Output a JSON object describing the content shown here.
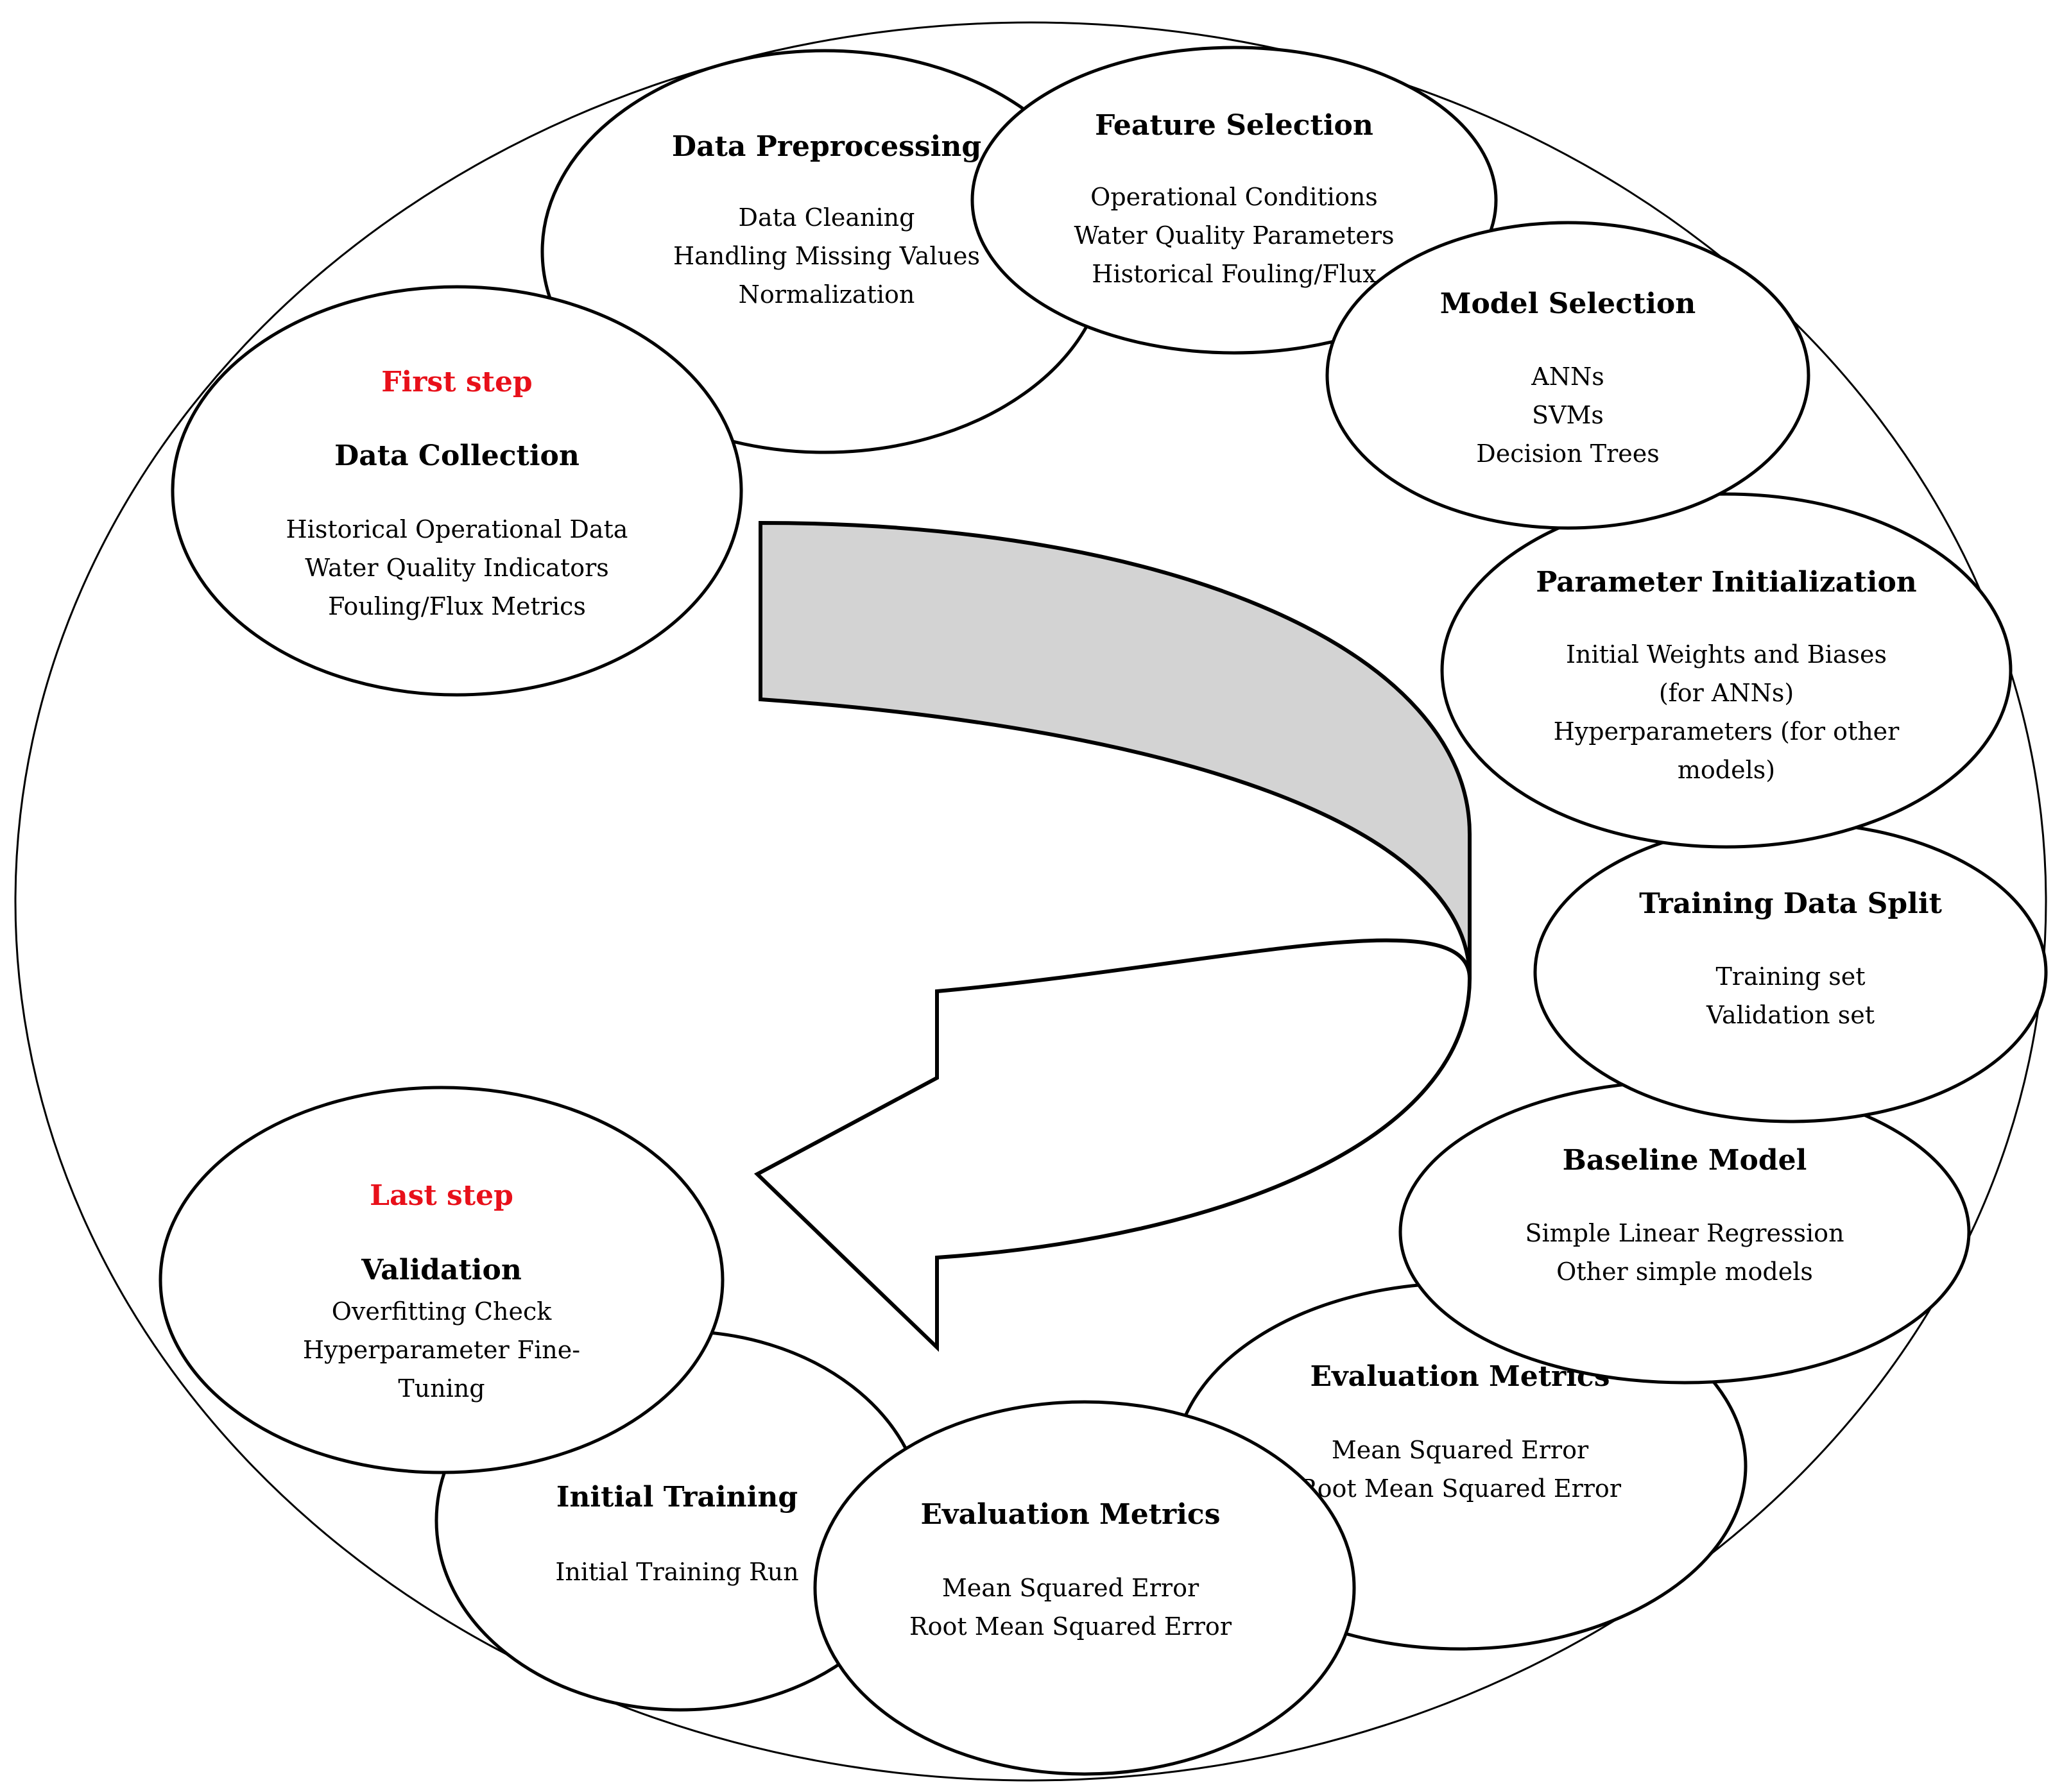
{
  "colors": {
    "step_label": "#e8101a",
    "arrow_fill": "#d3d3d3",
    "arrow_head_fill": "#ffffff"
  },
  "nodes": {
    "data_collection": {
      "step": "First step",
      "title": "Data Collection",
      "lines": [
        "Historical Operational Data",
        "Water Quality Indicators",
        "Fouling/Flux Metrics"
      ]
    },
    "data_preprocessing": {
      "title": "Data Preprocessing",
      "lines": [
        "Data Cleaning",
        "Handling Missing Values",
        "Normalization"
      ]
    },
    "feature_selection": {
      "title": "Feature Selection",
      "lines": [
        "Operational Conditions",
        "Water Quality Parameters",
        "Historical Fouling/Flux"
      ]
    },
    "model_selection": {
      "title": "Model Selection",
      "lines": [
        "ANNs",
        "SVMs",
        "Decision Trees"
      ]
    },
    "parameter_initialization": {
      "title": "Parameter Initialization",
      "lines": [
        "Initial Weights and Biases",
        "(for ANNs)",
        "Hyperparameters (for other",
        "models)"
      ]
    },
    "training_data_split": {
      "title": "Training Data Split",
      "lines": [
        "Training set",
        "Validation set"
      ]
    },
    "baseline_model": {
      "title": "Baseline Model",
      "lines": [
        "Simple Linear Regression",
        "Other simple models"
      ]
    },
    "evaluation_metrics_1": {
      "title": "Evaluation Metrics",
      "lines": [
        "Mean Squared Error",
        "Root Mean Squared Error"
      ]
    },
    "evaluation_metrics_2": {
      "title": "Evaluation Metrics",
      "lines": [
        "Mean Squared Error",
        "Root Mean Squared Error"
      ]
    },
    "initial_training": {
      "title": "Initial Training",
      "lines": [
        "Initial Training Run"
      ]
    },
    "validation": {
      "step": "Last step",
      "title": "Validation",
      "lines": [
        "Overfitting Check",
        "Hyperparameter Fine-",
        "Tuning"
      ]
    }
  }
}
